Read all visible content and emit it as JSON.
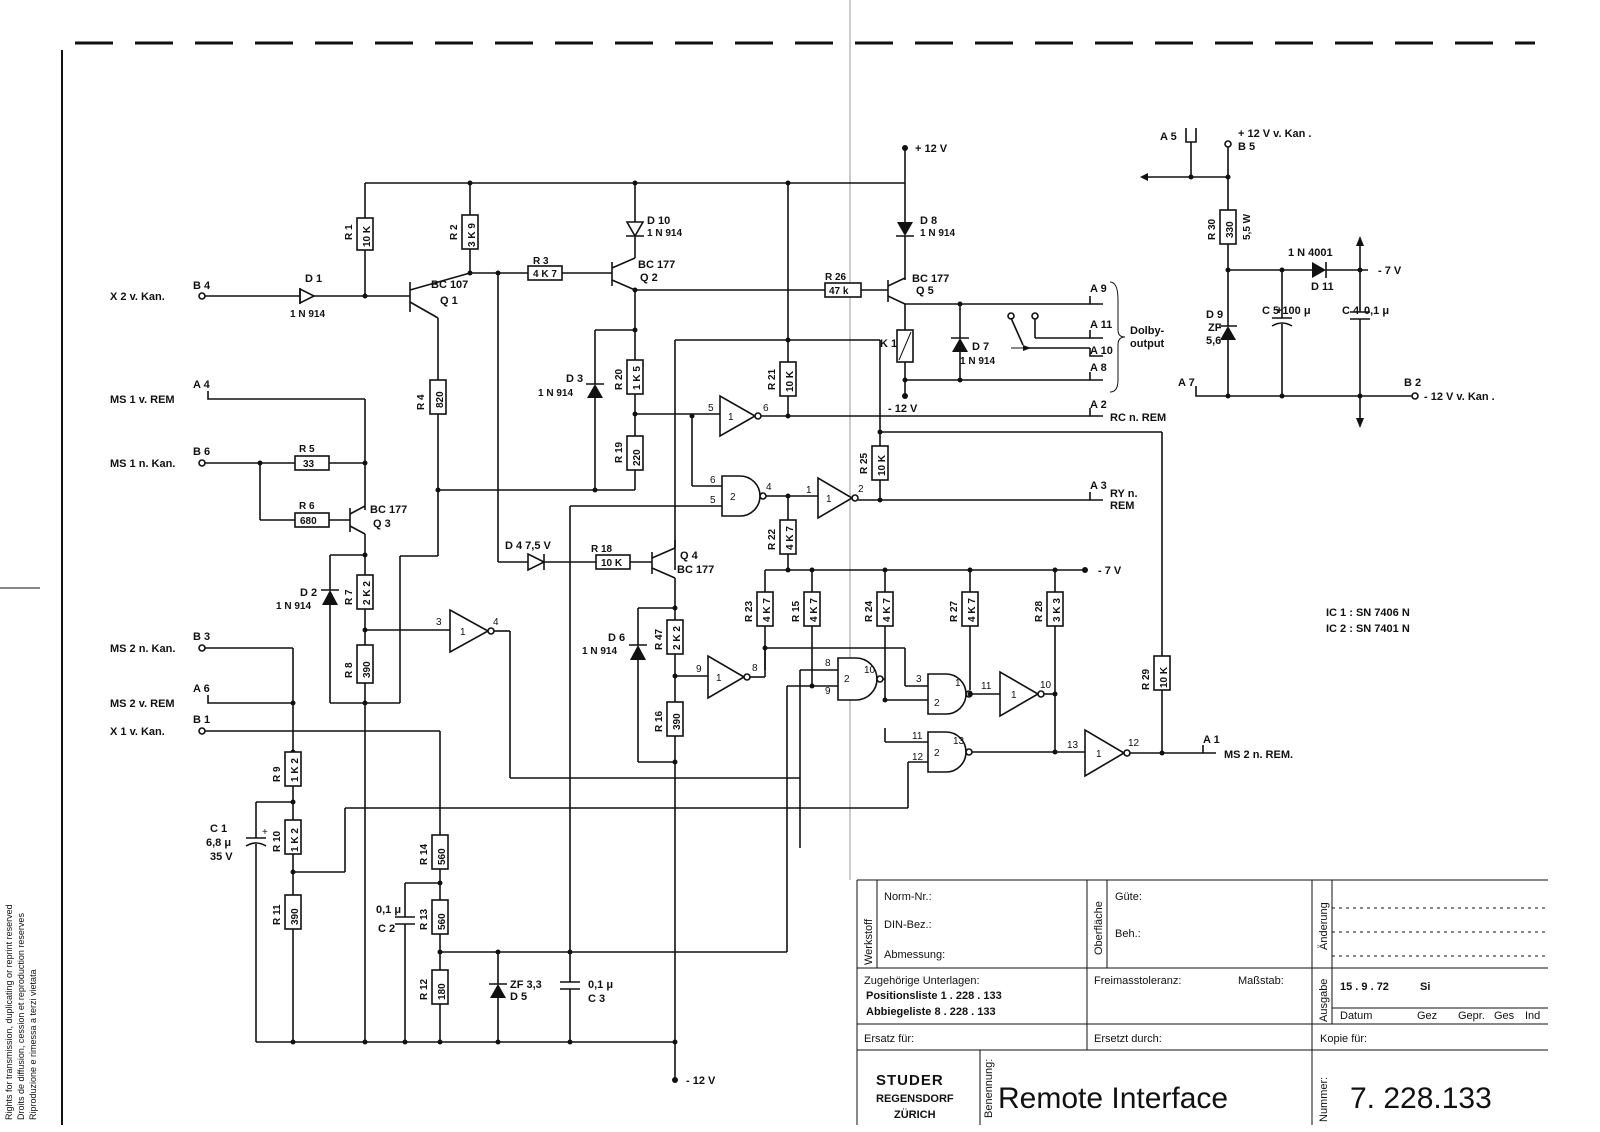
{
  "supply": {
    "plus12": "+ 12 V",
    "minus12_k1": "- 12 V",
    "minus12_bottom": "- 12 V",
    "minus7_top": "- 7 V",
    "minus7_mid": "- 7 V"
  },
  "connectors": {
    "B4": {
      "pin": "B 4",
      "signal": "X 2  v.  Kan."
    },
    "A4": {
      "pin": "A 4",
      "signal": "MS 1  v. REM"
    },
    "B6": {
      "pin": "B 6",
      "signal": "MS 1  n.  Kan."
    },
    "B3": {
      "pin": "B 3",
      "signal": "MS 2  n.  Kan."
    },
    "A6": {
      "pin": "A 6",
      "signal": "MS 2  v. REM"
    },
    "B1": {
      "pin": "B 1",
      "signal": "X 1  v.  Kan."
    },
    "A9": {
      "pin": "A 9"
    },
    "A11": {
      "pin": "A 11"
    },
    "A10": {
      "pin": "A 10"
    },
    "A8": {
      "pin": "A 8"
    },
    "dolby": "Dolby-",
    "dolby2": "output",
    "A2": {
      "pin": "A 2",
      "signal": "RC n. REM"
    },
    "A3": {
      "pin": "A 3",
      "signal": "RY  n.",
      "signal2": "REM"
    },
    "A1": {
      "pin": "A 1",
      "signal": "MS 2  n. REM."
    },
    "A5": {
      "pin": "A 5",
      "signal": "+ 12 V  v. Kan ."
    },
    "B5": {
      "pin": "B 5"
    },
    "A7": {
      "pin": "A 7"
    },
    "B2": {
      "pin": "B 2",
      "signal": "- 12 V  v. Kan ."
    }
  },
  "components": {
    "R1": [
      "R 1",
      "10 K"
    ],
    "R2": [
      "R 2",
      "3 K 9"
    ],
    "R3": [
      "R 3",
      "4 K 7"
    ],
    "R4": [
      "R 4",
      "820"
    ],
    "R5": [
      "R 5",
      "33"
    ],
    "R6": [
      "R 6",
      "680"
    ],
    "R7": [
      "R 7",
      "2 K 2"
    ],
    "R8": [
      "R 8",
      "390"
    ],
    "R9": [
      "R 9",
      "1 K 2"
    ],
    "R10": [
      "R 10",
      "1 K 2"
    ],
    "R11": [
      "R 11",
      "390"
    ],
    "R12": [
      "R 12",
      "180"
    ],
    "R13": [
      "R 13",
      "560"
    ],
    "R14": [
      "R 14",
      "560"
    ],
    "R15": [
      "R 15",
      "4 K 7"
    ],
    "R16": [
      "R 16",
      "390"
    ],
    "R18": [
      "R 18",
      "10 K"
    ],
    "R19": [
      "R 19",
      "220"
    ],
    "R20": [
      "R 20",
      "1 K 5"
    ],
    "R21": [
      "R 21",
      "10 K"
    ],
    "R22": [
      "R 22",
      "4 K 7"
    ],
    "R23": [
      "R 23",
      "4 K 7"
    ],
    "R24": [
      "R 24",
      "4 K 7"
    ],
    "R25": [
      "R 25",
      "10 K"
    ],
    "R26": [
      "R 26",
      "47 k"
    ],
    "R27": [
      "R 27",
      "4 K 7"
    ],
    "R28": [
      "R 28",
      "3 K 3"
    ],
    "R29": [
      "R 29",
      "10 K"
    ],
    "R30": [
      "R 30",
      "330",
      "5,5 W"
    ],
    "R47": [
      "R 47",
      "2 K 2"
    ],
    "D1": [
      "D 1",
      "1 N 914"
    ],
    "D2": [
      "D 2",
      "1 N 914"
    ],
    "D3": [
      "D 3",
      "1 N 914"
    ],
    "D4": [
      "D 4  7,5 V"
    ],
    "D5": [
      "ZF 3,3",
      "D 5"
    ],
    "D6": [
      "D 6",
      "1 N 914"
    ],
    "D7": [
      "D 7",
      "1 N 914"
    ],
    "D8": [
      "D 8",
      "1 N 914"
    ],
    "D9": [
      "D 9",
      "ZF",
      "5,6"
    ],
    "D10": [
      "D 10",
      "1 N 914"
    ],
    "D11": [
      "1 N 4001",
      "D 11"
    ],
    "Q1": [
      "BC 107",
      "Q 1"
    ],
    "Q2": [
      "BC 177",
      "Q 2"
    ],
    "Q3": [
      "BC 177",
      "Q 3"
    ],
    "Q4": [
      "Q 4",
      "BC 177"
    ],
    "Q5": [
      "BC 177",
      "Q 5"
    ],
    "C1": [
      "C 1",
      "6,8 μ",
      "35 V"
    ],
    "C2": [
      "0,1 μ",
      "C 2"
    ],
    "C3": [
      "0,1 μ",
      "C 3"
    ],
    "C4": [
      "C 4",
      "0,1 μ"
    ],
    "C5": [
      "C 5",
      "+100 μ"
    ],
    "K1": [
      "K 1"
    ]
  },
  "ics": {
    "ic1": "IC 1 :  SN  7406 N",
    "ic2": "IC 2 :  SN  7401 N"
  },
  "pins": {
    "g1": [
      "5",
      "1",
      "6"
    ],
    "g2": [
      "6",
      "5",
      "2",
      "4"
    ],
    "g3": [
      "1",
      "1",
      "2"
    ],
    "g4": [
      "3",
      "1",
      "4"
    ],
    "g5": [
      "9",
      "1",
      "8"
    ],
    "g6": [
      "8",
      "9",
      "2",
      "10"
    ],
    "g7": [
      "3",
      "2",
      "1"
    ],
    "g8": [
      "11",
      "1",
      "10"
    ],
    "g9": [
      "11",
      "12",
      "2",
      "13"
    ],
    "g10": [
      "13",
      "1",
      "12"
    ]
  },
  "titleblock": {
    "werkstoff": "Werkstoff",
    "norm": "Norm-Nr.:",
    "din": "DIN-Bez.:",
    "abmessung": "Abmessung:",
    "oberflaeche": "Oberfläche",
    "guete": "Güte:",
    "beh": "Beh.:",
    "aenderung": "Änderung",
    "zugehoerige": "Zugehörige Unterlagen:",
    "positionsliste": "Positionsliste    1 . 228 . 133",
    "abbiegeliste": "Abbiegeliste    8 . 228 . 133",
    "freimass": "Freimasstoleranz:",
    "massstab": "Maßstab:",
    "ausgabe": "Ausgabe",
    "date": "15 . 9 . 72",
    "si": "Si",
    "datum": "Datum",
    "gez": "Gez",
    "gepr": "Gepr.",
    "ges": "Ges",
    "ind": "Ind",
    "ersatz": "Ersatz für:",
    "ersetzt": "Ersetzt durch:",
    "kopie": "Kopie für:",
    "brand": "STUDER",
    "city1": "REGENSDORF",
    "city2": "ZÜRICH",
    "benennung": "Benennung:",
    "title": "Remote  Interface",
    "nummer": "Nummer:",
    "drawing_number": "7. 228.133"
  },
  "side_text": [
    "Rights for transmission, duplicating or reprint reserved",
    "Droits de diffusion, cession et reproduction reserves",
    "Riproduzione e rimessa a terzi vietata"
  ]
}
